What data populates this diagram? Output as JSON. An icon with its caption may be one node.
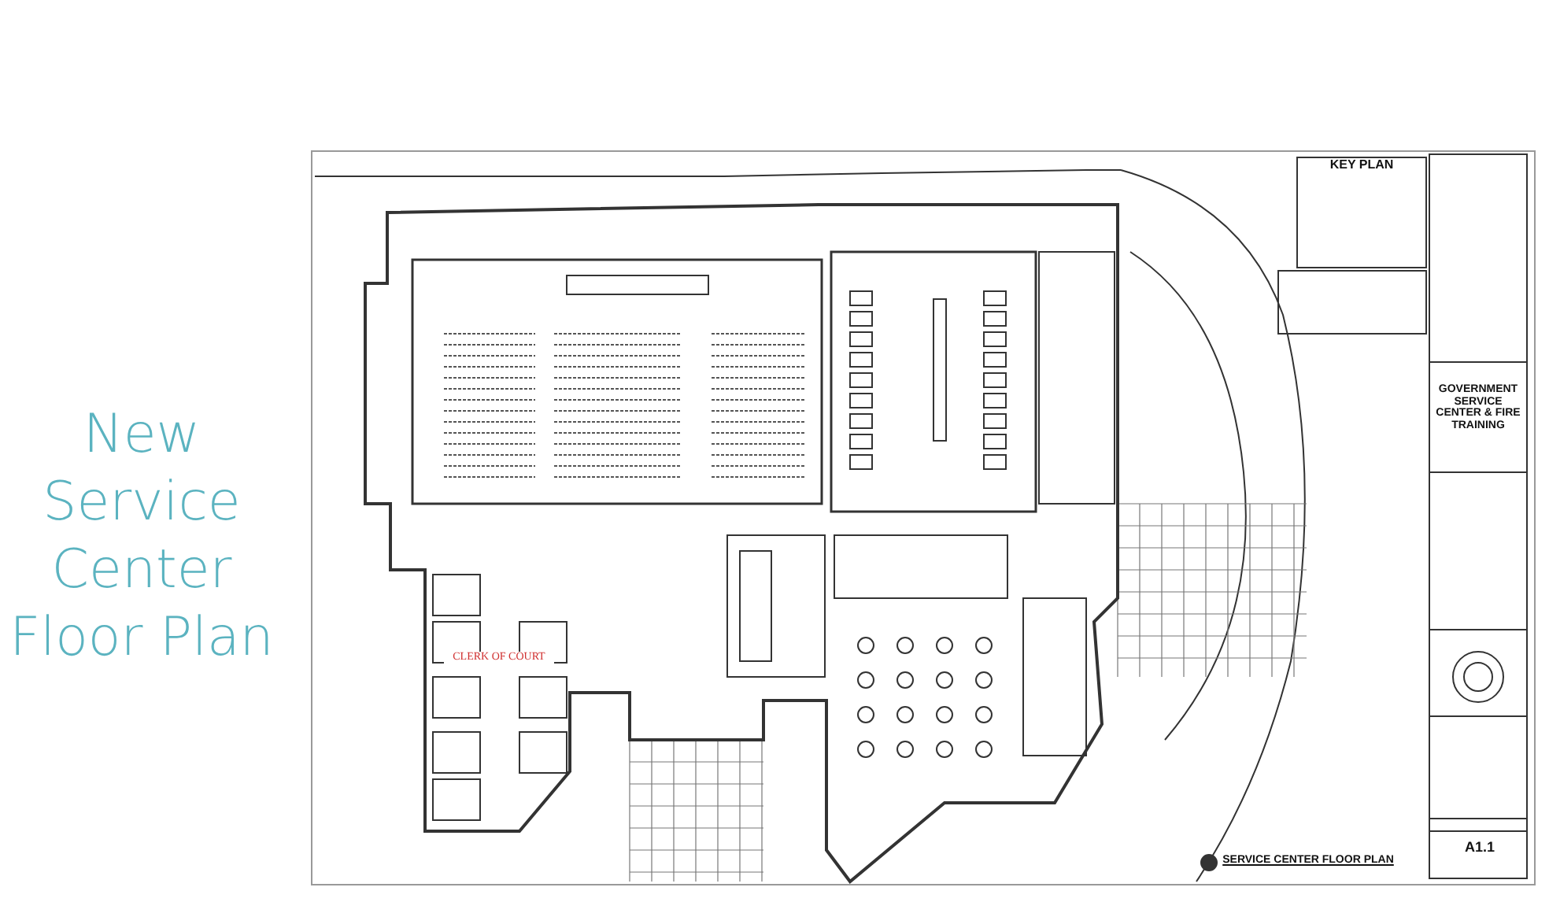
{
  "diagram": {
    "title": "New Service Center Floor Plan",
    "labels": [
      "KEY PLAN",
      "GOVERNMENT SERVICE CENTER & FIRE TRAINING",
      "CLERK OF COURT",
      "SERVICE CENTER FLOOR PLAN",
      "A1.1"
    ]
  }
}
